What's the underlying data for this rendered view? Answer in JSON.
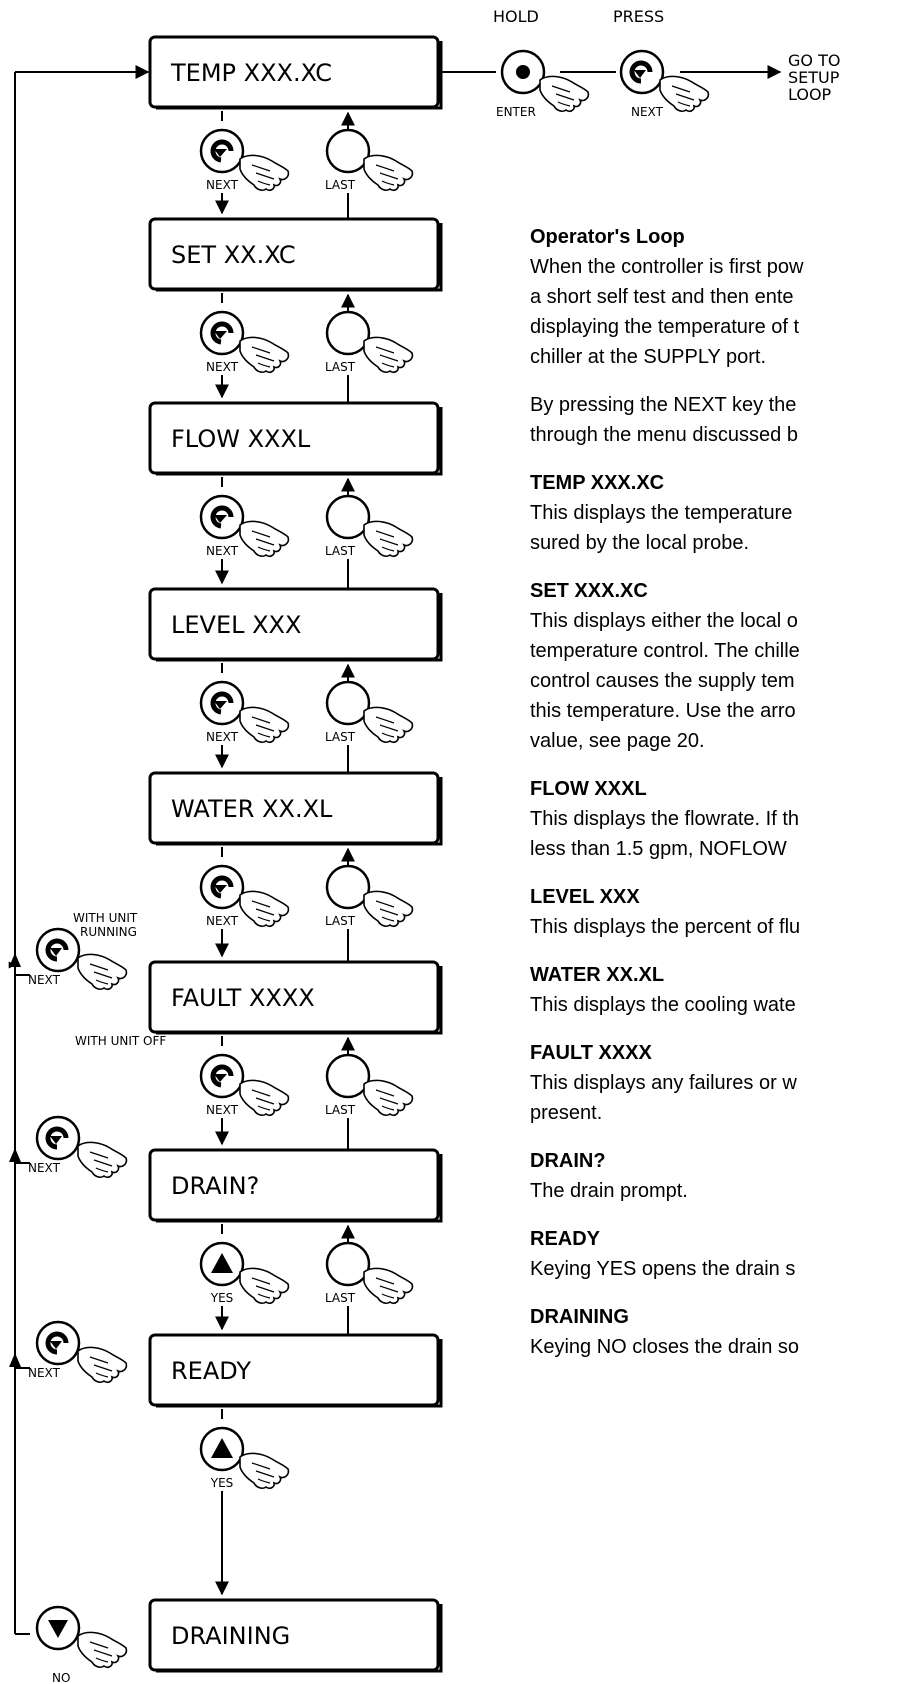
{
  "top": {
    "hold_label": "HOLD",
    "press_label": "PRESS",
    "enter_label": "ENTER",
    "next_label": "NEXT",
    "goto_lines": [
      "GO TO",
      "SETUP",
      "LOOP"
    ]
  },
  "screens": [
    {
      "text": "TEMP    XXX.XC",
      "up_key": "NEXT",
      "down_key": "LAST"
    },
    {
      "text": "SET    XX.XC",
      "up_key": "NEXT",
      "down_key": "LAST"
    },
    {
      "text": "FLOW   XXXL",
      "up_key": "NEXT",
      "down_key": "LAST"
    },
    {
      "text": "LEVEL XXX",
      "up_key": "NEXT",
      "down_key": "LAST"
    },
    {
      "text": "WATER XX.XL",
      "up_key": "NEXT",
      "down_key": "LAST"
    },
    {
      "text": "FAULT XXXX",
      "up_key": "NEXT",
      "down_key": "LAST"
    },
    {
      "text": "DRAIN?",
      "up_key": "YES",
      "down_key": "LAST"
    },
    {
      "text": "READY",
      "up_key": "YES"
    },
    {
      "text": "DRAINING"
    }
  ],
  "conditions": {
    "with_unit_running": [
      "WITH UNIT",
      "RUNNING"
    ],
    "with_unit_off": "WITH UNIT OFF"
  },
  "side_keys": [
    "NEXT",
    "NEXT",
    "NEXT",
    "NO"
  ],
  "description": {
    "title": "Operator's Loop",
    "intro": [
      "When the controller is first pow",
      "a short self test and then ente",
      "displaying the temperature of t",
      "chiller at the  SUPPLY port."
    ],
    "intro2": [
      "By pressing the NEXT key the",
      "through the menu discussed b"
    ],
    "items": [
      {
        "heading": "TEMP XXX.XC",
        "lines": [
          "This displays the temperature",
          "sured by the local probe."
        ]
      },
      {
        "heading": "SET XXX.XC",
        "lines": [
          "This displays either the local o",
          "temperature control. The chille",
          "control causes the supply tem",
          "this temperature. Use the arro",
          "value, see page 20."
        ]
      },
      {
        "heading": "FLOW XXXL",
        "lines": [
          "This displays the flowrate. If th",
          "less than 1.5 gpm, NOFLOW"
        ]
      },
      {
        "heading": "LEVEL XXX",
        "lines": [
          "This displays the percent of flu"
        ]
      },
      {
        "heading": "WATER XX.XL",
        "lines": [
          "This displays the cooling wate"
        ]
      },
      {
        "heading": "FAULT XXXX",
        "lines": [
          "This displays any failures or w",
          "present."
        ]
      },
      {
        "heading": "DRAIN?",
        "lines": [
          "The drain prompt."
        ]
      },
      {
        "heading": "READY",
        "lines": [
          "Keying YES opens the drain s"
        ]
      },
      {
        "heading": "DRAINING",
        "lines": [
          "Keying NO closes the drain so"
        ]
      }
    ]
  }
}
